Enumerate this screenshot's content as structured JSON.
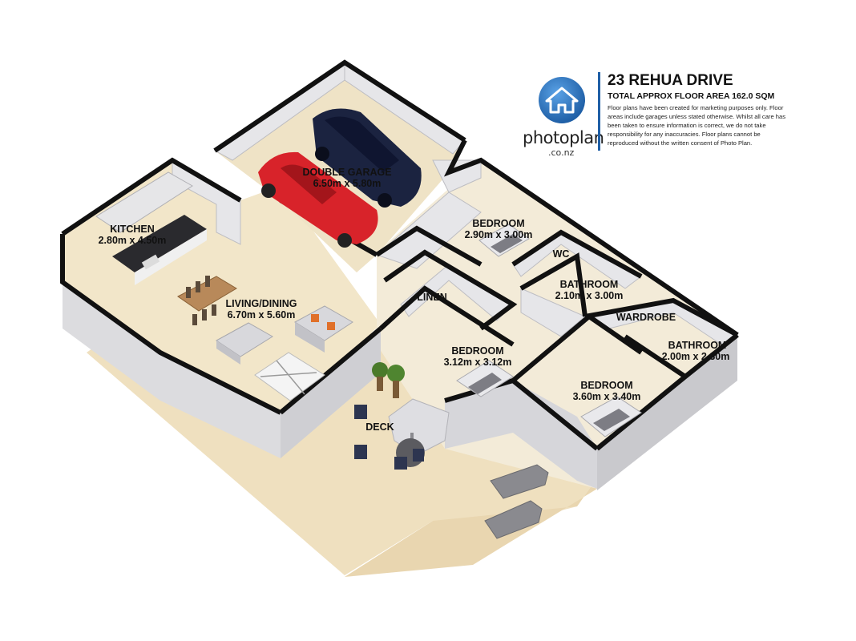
{
  "header": {
    "title": "23 REHUA DRIVE",
    "subtitle": "TOTAL APPROX FLOOR AREA 162.0 SQM",
    "note": "Floor plans have been created for marketing purposes only. Floor areas include garages unless stated otherwise. Whilst all care has been taken to ensure information is correct, we do not take responsibility for any inaccuracies. Floor plans cannot be reproduced without the written consent of Photo Plan.",
    "logo": {
      "icon": "house-icon",
      "name": "photoplan",
      "domain": ".co.nz",
      "color": "#1f5fa6"
    }
  },
  "rooms": [
    {
      "id": "garage",
      "name": "DOUBLE GARAGE",
      "dims": "6.50m x 5.80m"
    },
    {
      "id": "kitchen",
      "name": "KITCHEN",
      "dims": "2.80m x 4.50m"
    },
    {
      "id": "living",
      "name": "LIVING/DINING",
      "dims": "6.70m x 5.60m"
    },
    {
      "id": "bed1",
      "name": "BEDROOM",
      "dims": "2.90m x 3.00m"
    },
    {
      "id": "wc",
      "name": "WC",
      "dims": ""
    },
    {
      "id": "bath1",
      "name": "BATHROOM",
      "dims": "2.10m x 3.00m"
    },
    {
      "id": "linen",
      "name": "LINEN",
      "dims": ""
    },
    {
      "id": "wardrobe",
      "name": "WARDROBE",
      "dims": ""
    },
    {
      "id": "bed2",
      "name": "BEDROOM",
      "dims": "3.12m x 3.12m"
    },
    {
      "id": "bath2",
      "name": "BATHROOM",
      "dims": "2.00m x 2.30m"
    },
    {
      "id": "bed3",
      "name": "BEDROOM",
      "dims": "3.60m x 3.40m"
    },
    {
      "id": "deck",
      "name": "DECK",
      "dims": ""
    }
  ],
  "colors": {
    "floor": "#efe3c6",
    "wall_top": "#111111",
    "wall_side": "#d9d9dc",
    "car_red": "#d8232a",
    "car_navy": "#1b2340"
  }
}
